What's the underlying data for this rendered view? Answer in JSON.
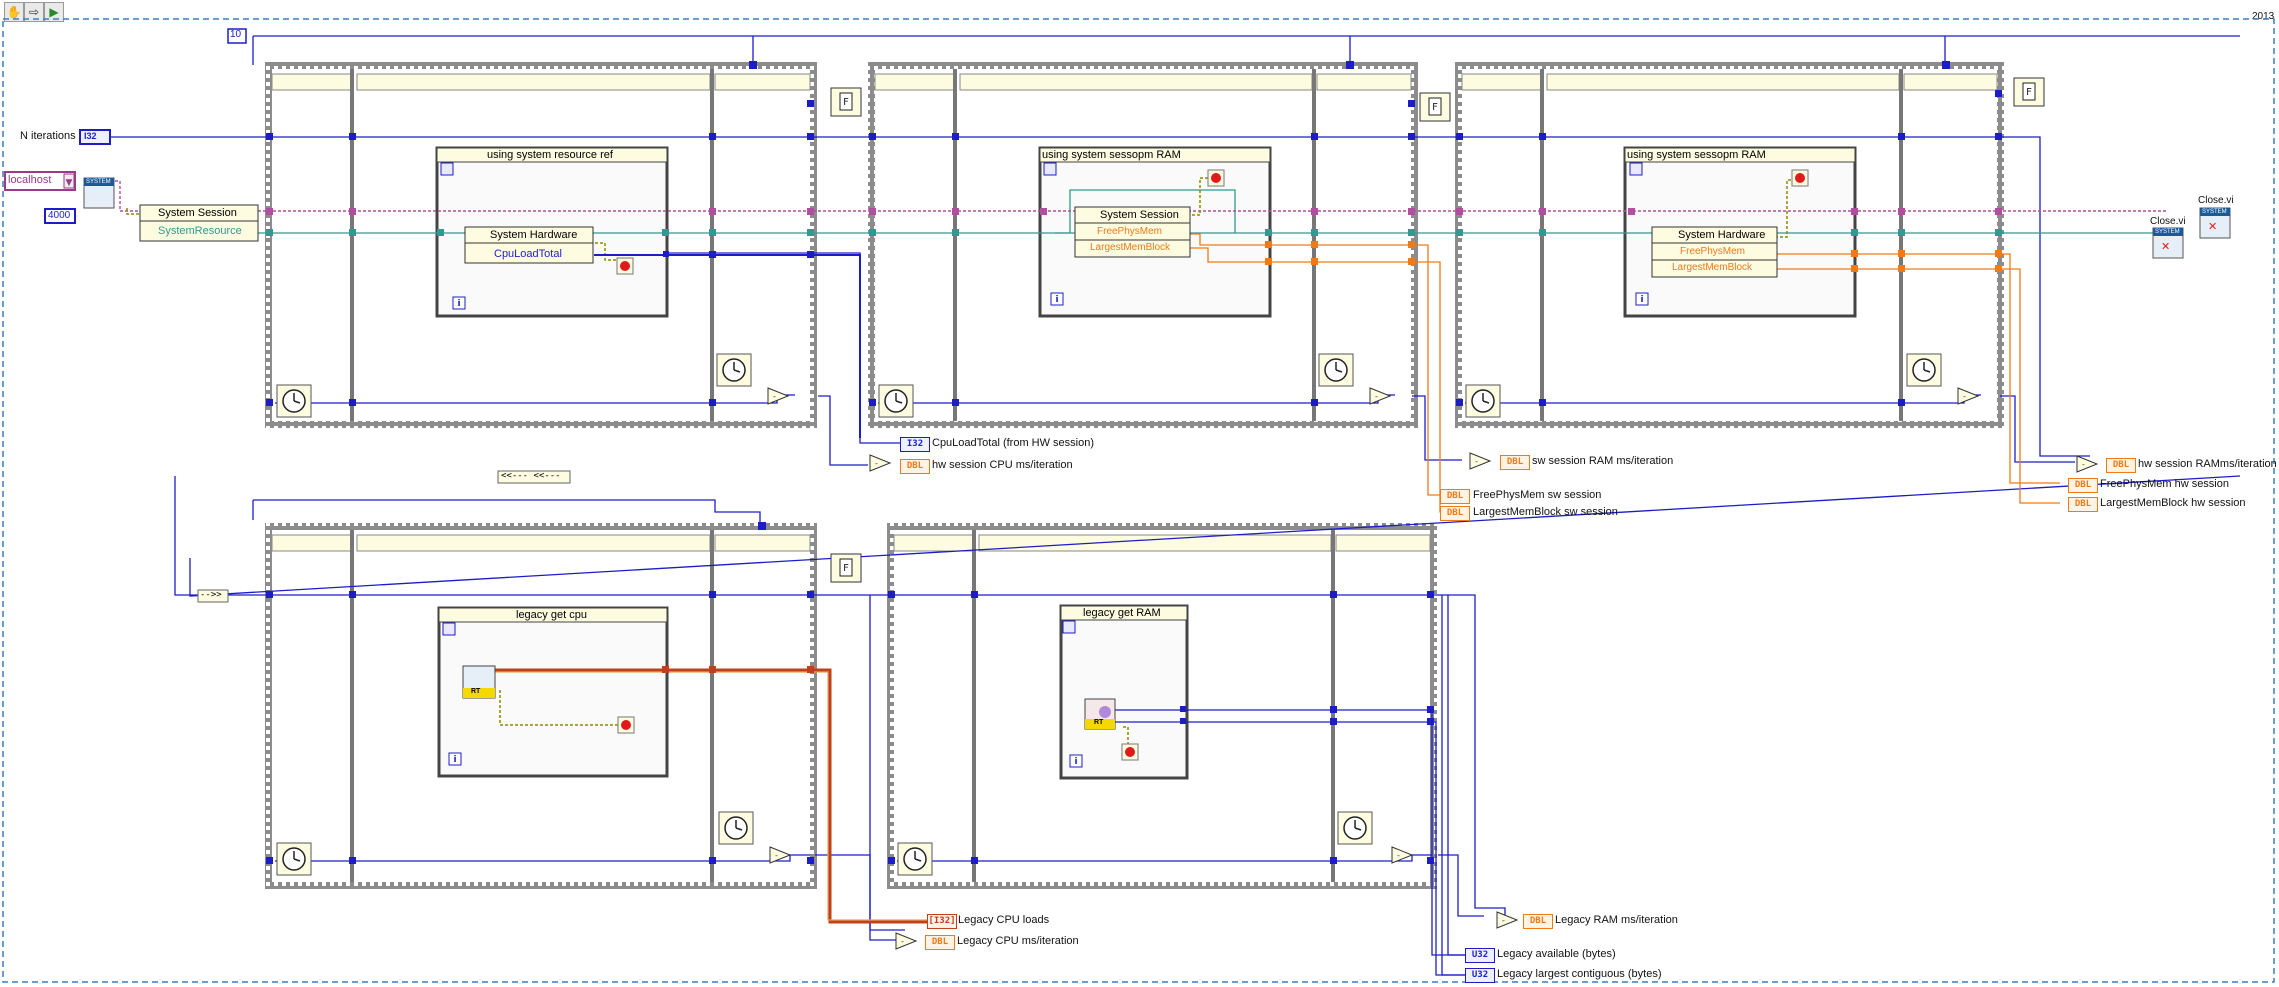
{
  "toolbar": {
    "tools": [
      {
        "name": "hand-tool-icon",
        "glyph": "✋"
      },
      {
        "name": "step-arrow-icon",
        "glyph": "⇨"
      },
      {
        "name": "run-icon",
        "glyph": "▶"
      }
    ],
    "version": "2013"
  },
  "controls": {
    "host": "localhost",
    "timeout": "4000",
    "iterations_label": "N iterations",
    "iterations_type": "I32",
    "loop_count": "10"
  },
  "nodes": {
    "system_session": "System Session",
    "system_resource": "SystemResource",
    "sys_icon": "SYSTEM",
    "close_vi_1": "Close.vi",
    "close_vi_2": "Close.vi"
  },
  "frames": {
    "top1": {
      "title": "using system resource ref",
      "node": "System Hardware",
      "props": [
        "CpuLoadTotal"
      ]
    },
    "top2": {
      "title": "using system sessopm RAM",
      "node": "System Session",
      "props": [
        "FreePhysMem",
        "LargestMemBlock"
      ]
    },
    "top3": {
      "title": "using system sessopm RAM",
      "node": "System Hardware",
      "props": [
        "FreePhysMem",
        "LargestMemBlock"
      ]
    },
    "bot1": {
      "title": "legacy get cpu",
      "vi_text": "RT"
    },
    "bot2": {
      "title": "legacy get RAM",
      "vi_text": "RT"
    }
  },
  "shift_registers": {
    "back": "<<---   <<---",
    "forward": "-->>"
  },
  "indicators": [
    {
      "type": "I32",
      "label": "CpuLoadTotal (from HW session)"
    },
    {
      "type": "DBL",
      "label": "hw session CPU ms/iteration"
    },
    {
      "type": "DBL",
      "label": "sw session RAM ms/iteration"
    },
    {
      "type": "DBL",
      "label": "FreePhysMem sw session"
    },
    {
      "type": "DBL",
      "label": "LargestMemBlock sw session"
    },
    {
      "type": "DBL",
      "label": "hw session RAMms/iteration"
    },
    {
      "type": "DBL",
      "label": "FreePhysMem hw session"
    },
    {
      "type": "DBL",
      "label": "LargestMemBlock hw session"
    },
    {
      "type": "[I32]",
      "label": "Legacy CPU loads"
    },
    {
      "type": "DBL",
      "label": "Legacy CPU ms/iteration"
    },
    {
      "type": "DBL",
      "label": "Legacy RAM ms/iteration"
    },
    {
      "type": "U32",
      "label": "Legacy available (bytes)"
    },
    {
      "type": "U32",
      "label": "Legacy largest contiguous (bytes)"
    }
  ],
  "colors": {
    "refnum_wire": "#2f9a8f",
    "session_wire": "#b04fa0",
    "int_wire": "#1d1dc8",
    "dbl_wire": "#f07a18",
    "array_wire": "#c0401a",
    "bool_wire": "#8b8b00",
    "frame_border": "#7a7a7a",
    "frame_header": "#fdfbe0",
    "error_node": "#e01a1a"
  }
}
